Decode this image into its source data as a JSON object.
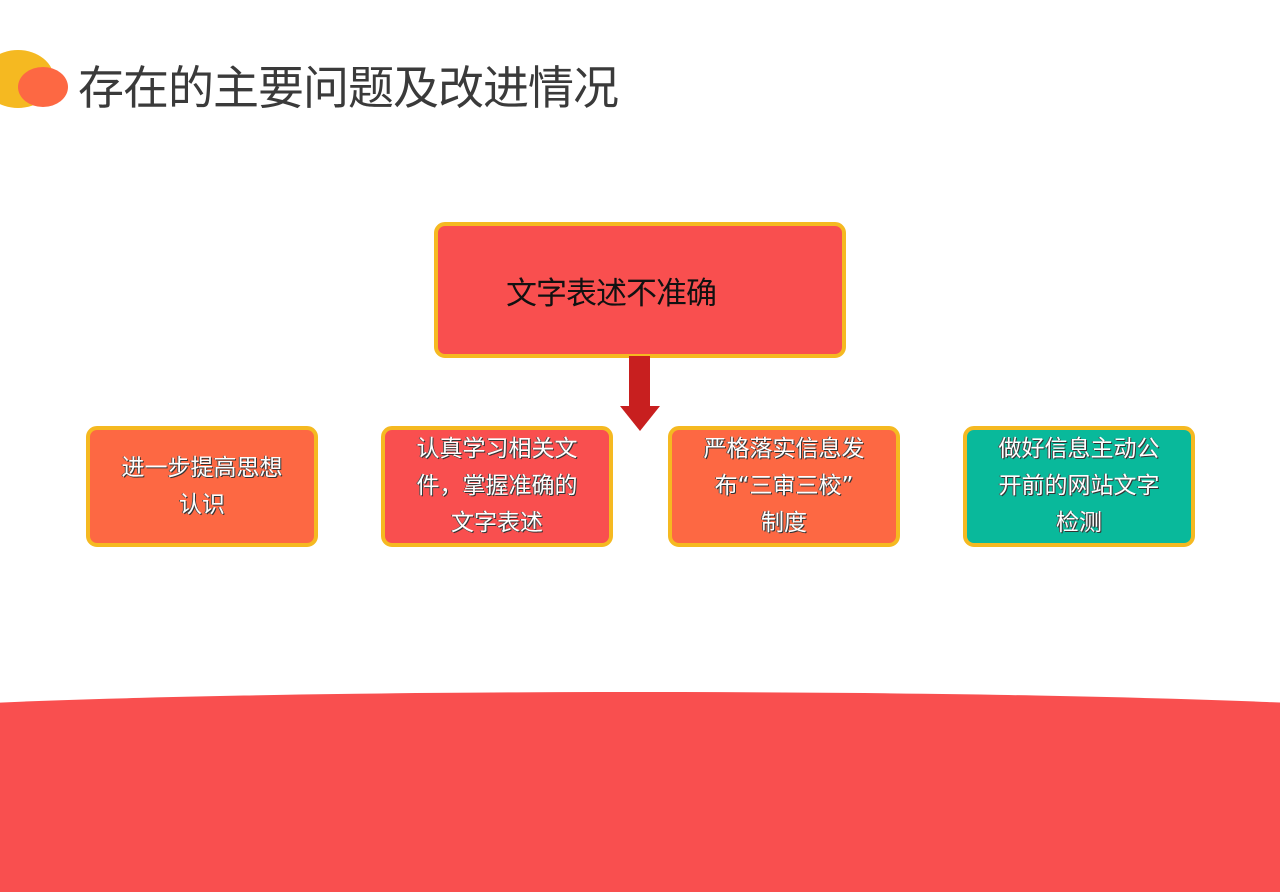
{
  "slide": {
    "title": "存在的主要问题及改进情况",
    "logo": {
      "icon": "overlapping-circles-icon",
      "colors": [
        "#f5b921",
        "#fd6843"
      ]
    }
  },
  "diagram": {
    "root": {
      "label": "文字表述不准确",
      "color": "#f94f4f"
    },
    "connector": {
      "type": "down-arrow",
      "color": "#c81f1f"
    },
    "children": [
      {
        "label": "进一步提高思想\n认识",
        "color": "#fd6843"
      },
      {
        "label": "认真学习相关文\n件，掌握准确的\n文字表述",
        "color": "#f94f4f"
      },
      {
        "label": "严格落实信息发\n布“三审三校”\n制度",
        "color": "#fd6843"
      },
      {
        "label": "做好信息主动公\n开前的网站文字\n检测",
        "color": "#09b99b"
      }
    ],
    "border_color": "#f5b921"
  },
  "footer": {
    "color": "#f94f4f"
  }
}
